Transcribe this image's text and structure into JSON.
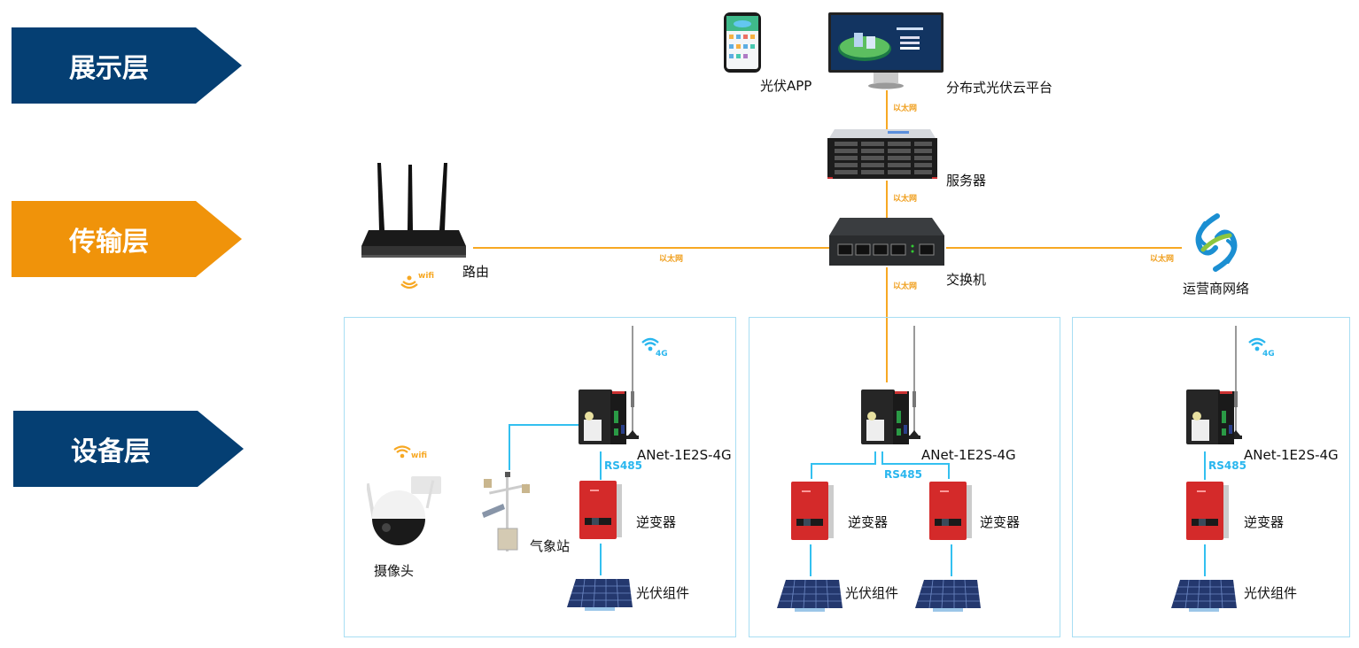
{
  "layers": {
    "display": {
      "label": "展示层",
      "color": "#053f73"
    },
    "transport": {
      "label": "传输层",
      "color": "#f0930a"
    },
    "device": {
      "label": "设备层",
      "color": "#053f73"
    }
  },
  "colors": {
    "ethernet_line": "#f7a823",
    "rs485_line": "#33c0f0",
    "group_border": "#a8def3"
  },
  "display_layer": {
    "app_label": "光伏APP",
    "platform_label": "分布式光伏云平台"
  },
  "transport_layer": {
    "server_label": "服务器",
    "switch_label": "交换机",
    "router_label": "路由",
    "router_badge": "wifi",
    "carrier_label": "运营商网络"
  },
  "links": {
    "platform_server": "以太网",
    "server_switch": "以太网",
    "router_switch": "以太网",
    "switch_carrier": "以太网",
    "switch_devices": "以太网"
  },
  "device_groups": [
    {
      "gateway_label": "ANet-1E2S-4G",
      "gateway_badge": "4G",
      "bus_label": "RS485",
      "inverter_label": "逆变器",
      "pv_label": "光伏组件",
      "camera_label": "摄像头",
      "camera_badge": "wifi",
      "weather_label": "气象站"
    },
    {
      "gateway_label": "ANet-1E2S-4G",
      "bus_label": "RS485",
      "inverters": [
        "逆变器",
        "逆变器"
      ],
      "pv_label": "光伏组件"
    },
    {
      "gateway_label": "ANet-1E2S-4G",
      "gateway_badge": "4G",
      "bus_label": "RS485",
      "inverter_label": "逆变器",
      "pv_label": "光伏组件"
    }
  ]
}
